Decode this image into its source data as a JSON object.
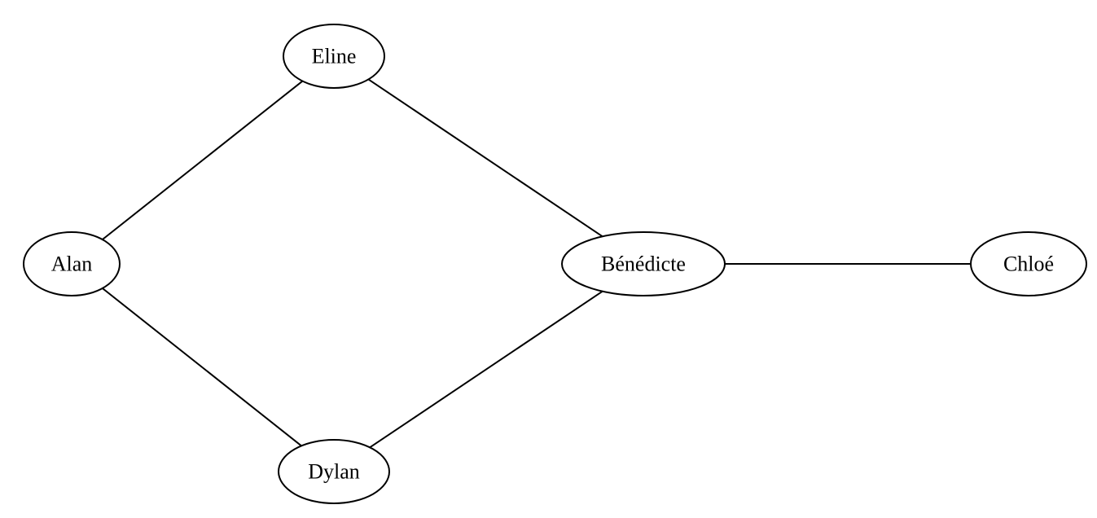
{
  "graph": {
    "nodes": [
      {
        "id": "eline",
        "label": "Eline"
      },
      {
        "id": "alan",
        "label": "Alan"
      },
      {
        "id": "benedicte",
        "label": "Bénédicte"
      },
      {
        "id": "chloe",
        "label": "Chloé"
      },
      {
        "id": "dylan",
        "label": "Dylan"
      }
    ],
    "edges": [
      {
        "from": "eline",
        "to": "alan"
      },
      {
        "from": "eline",
        "to": "benedicte"
      },
      {
        "from": "alan",
        "to": "dylan"
      },
      {
        "from": "benedicte",
        "to": "dylan"
      },
      {
        "from": "benedicte",
        "to": "chloe"
      }
    ]
  }
}
